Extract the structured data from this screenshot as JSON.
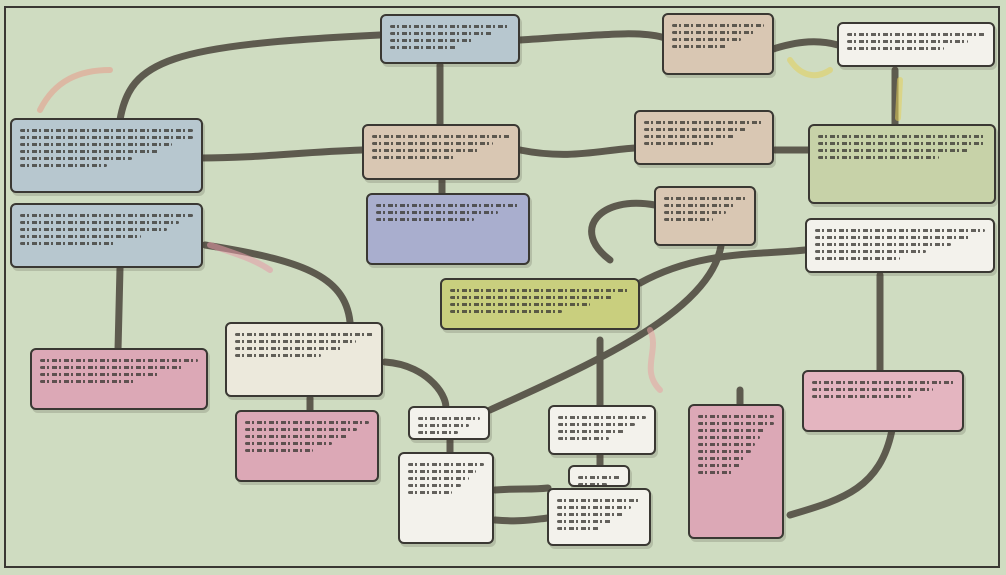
{
  "diagram": {
    "nodes": [
      {
        "id": "n1",
        "lines": 4
      },
      {
        "id": "n2",
        "lines": 4
      },
      {
        "id": "n3",
        "lines": 3
      },
      {
        "id": "n4",
        "lines": 6
      },
      {
        "id": "n5",
        "lines": 5
      },
      {
        "id": "n6",
        "lines": 4
      },
      {
        "id": "n7",
        "lines": 4
      },
      {
        "id": "n8",
        "lines": 4
      },
      {
        "id": "n9",
        "lines": 3
      },
      {
        "id": "n10",
        "lines": 4
      },
      {
        "id": "n11",
        "lines": 5
      },
      {
        "id": "n12",
        "lines": 4
      },
      {
        "id": "n13",
        "lines": 4
      },
      {
        "id": "n14",
        "lines": 4
      },
      {
        "id": "n15",
        "lines": 3
      },
      {
        "id": "n16",
        "lines": 5
      },
      {
        "id": "n17",
        "lines": 3
      },
      {
        "id": "n18",
        "lines": 4
      },
      {
        "id": "n19",
        "lines": 5
      },
      {
        "id": "n20",
        "lines": 3
      },
      {
        "id": "n21",
        "lines": 5
      },
      {
        "id": "n22",
        "lines": 9
      }
    ],
    "colors": {
      "background": "#cfdcc1",
      "stroke": "#3a3833",
      "blue": "#b7c7cf",
      "tan": "#d9c7b3",
      "lavender": "#a9aece",
      "cream": "#ece9dc",
      "olive": "#c9cf7e",
      "pink": "#dca8b6"
    }
  }
}
